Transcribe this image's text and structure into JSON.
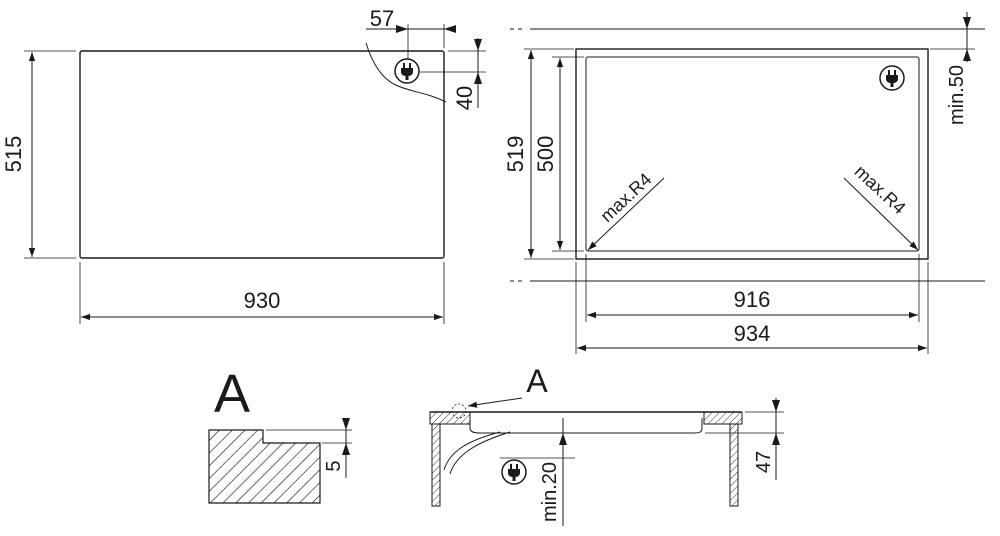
{
  "top_view": {
    "width_label": "930",
    "height_label": "515",
    "plug_offset_x_label": "57",
    "plug_offset_y_label": "40"
  },
  "cutout_view": {
    "outer_width_label": "934",
    "inner_width_label": "916",
    "outer_height_label": "519",
    "inner_height_label": "500",
    "clearance_label": "min.50",
    "radius_left_label": "max.R4",
    "radius_right_label": "max.R4"
  },
  "detail": {
    "letter": "A",
    "step_label": "5"
  },
  "section_view": {
    "callout_letter": "A",
    "depth_label": "47",
    "clearance_label": "min.20"
  },
  "icons": [
    "plug-icon"
  ]
}
